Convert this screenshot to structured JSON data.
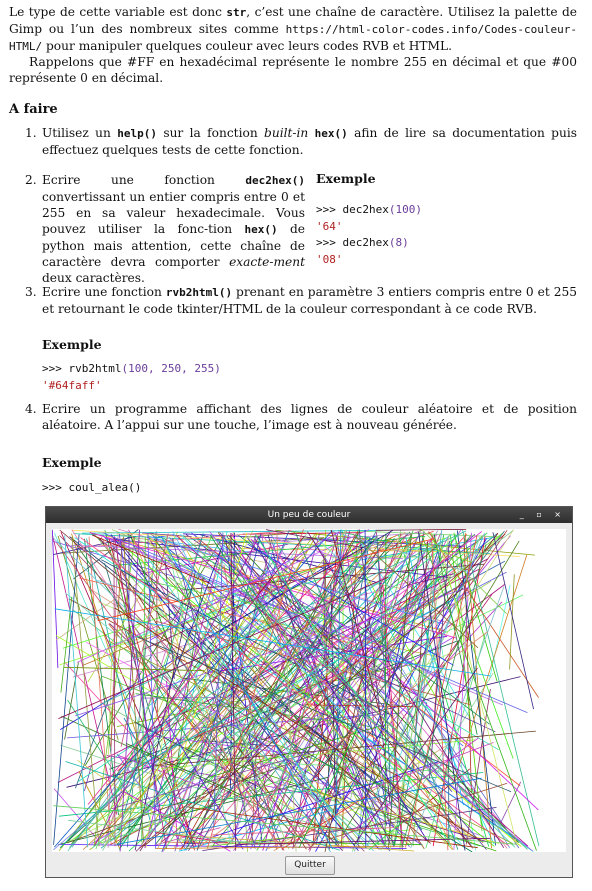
{
  "intro": {
    "p1_a": "Le type de cette variable est donc ",
    "p1_str": "str",
    "p1_b": ", c’est une chaîne de caractère. Utilisez la palette de Gimp ou l’un des nombreux sites comme ",
    "p1_url": "https://html-color-codes.info/Codes-couleur-HTML/",
    "p1_c": " pour manipuler quelques couleur avec leurs codes RVB et HTML.",
    "p2": "Rappelons que #FF en hexadécimal représente le nombre 255 en décimal et que #00 représente 0 en décimal."
  },
  "section_title": "A faire",
  "items": {
    "i1": {
      "num": "1.",
      "a": "Utilisez un ",
      "help": "help()",
      "b": " sur la fonction ",
      "builtin": "built-in",
      "c": " ",
      "hex": "hex()",
      "d": " afin de lire sa documentation puis effectuez quelques tests de cette fonction."
    },
    "i2": {
      "num": "2.",
      "a": "Ecrire une fonction ",
      "fn": "dec2hex()",
      "b": " convertissant un entier compris entre 0 et 255 en sa valeur hexadecimale. Vous pouvez utiliser la fonc-tion ",
      "hex": "hex()",
      "c": " de python mais attention, cette chaîne de caractère devra comporter ",
      "exact": "exacte-ment",
      "d": " deux caractères.",
      "example_title": "Exemple",
      "code": [
        {
          "prompt": ">>> ",
          "call": "dec2hex",
          "args": "(100)"
        },
        {
          "result": "'64'"
        },
        {
          "prompt": ">>> ",
          "call": "dec2hex",
          "args": "(8)"
        },
        {
          "result": "'08'"
        }
      ]
    },
    "i3": {
      "num": "3.",
      "a": "Ecrire une fonction ",
      "fn": "rvb2html()",
      "b": " prenant en paramètre 3 entiers compris entre 0 et 255 et retournant le code tkinter/HTML de la couleur correspondant à ce code RVB.",
      "example_title": "Exemple",
      "prompt": ">>> ",
      "call": "rvb2html",
      "args": "(100, 250, 255)",
      "result": "'#64faff'"
    },
    "i4": {
      "num": "4.",
      "text": "Ecrire un programme affichant des lignes de couleur aléatoire et de position aléatoire. A l’appui sur une touche, l’image est à nouveau générée.",
      "example_title": "Exemple",
      "prompt": ">>> ",
      "call": "coul_alea",
      "args": "()"
    }
  },
  "window": {
    "title": "Un peu de couleur",
    "controls": "_ ▫ ×",
    "quit_label": "Quitter"
  }
}
